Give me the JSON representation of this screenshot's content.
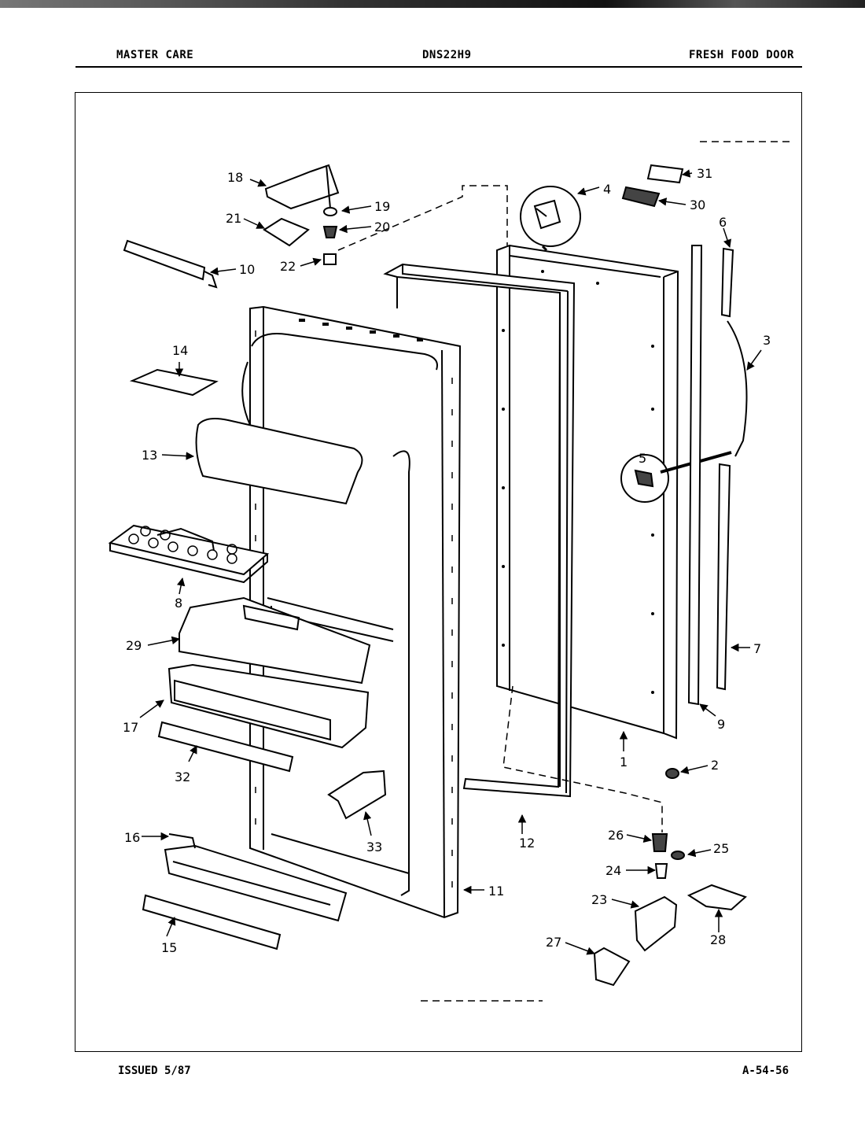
{
  "header": {
    "brand": "MASTER CARE",
    "model": "DNS22H9",
    "section": "FRESH FOOD DOOR"
  },
  "footer": {
    "issued": "ISSUED 5/87",
    "code": "A-54-56"
  },
  "callouts": {
    "p1": "1",
    "p2": "2",
    "p3": "3",
    "p4": "4",
    "p5": "5",
    "p6": "6",
    "p7": "7",
    "p8": "8",
    "p9": "9",
    "p10": "10",
    "p11": "11",
    "p12": "12",
    "p13": "13",
    "p14": "14",
    "p15": "15",
    "p16": "16",
    "p17": "17",
    "p18": "18",
    "p19": "19",
    "p20": "20",
    "p21": "21",
    "p22": "22",
    "p23": "23",
    "p24": "24",
    "p25": "25",
    "p26": "26",
    "p27": "27",
    "p28": "28",
    "p29": "29",
    "p30": "30",
    "p31": "31",
    "p32": "32",
    "p33": "33"
  }
}
